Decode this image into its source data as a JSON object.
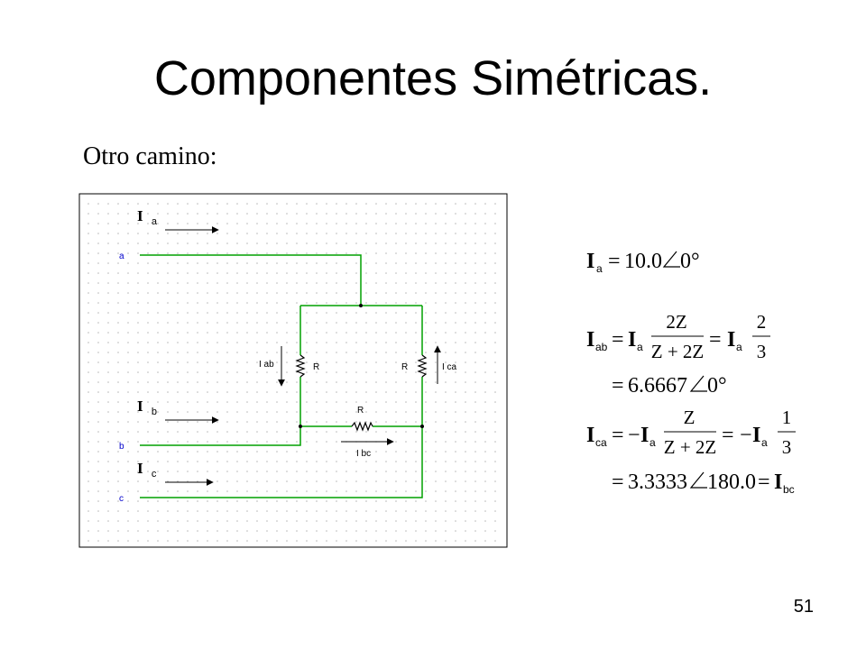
{
  "slide": {
    "title": "Componentes Simétricas.",
    "subtitle": "Otro camino:",
    "page_number": "51"
  },
  "circuit": {
    "current_labels": {
      "a": {
        "main": "I",
        "sub": "a"
      },
      "b": {
        "main": "I",
        "sub": "b"
      },
      "c": {
        "main": "I",
        "sub": "c"
      }
    },
    "node_labels": {
      "a": "a",
      "b": "b",
      "c": "c"
    },
    "resistor_labels": {
      "left": "R",
      "right": "R",
      "bottom": "R"
    },
    "branch_current_labels": {
      "ab": "I ab",
      "ca": "I ca",
      "bc": "I bc"
    },
    "colors": {
      "wire": "#00a000",
      "node_label": "#0000cc",
      "component": "#000000",
      "grid_dot": "#b8b8b8"
    }
  },
  "equations": {
    "eq1": {
      "I": "I",
      "a": "a",
      "eq": "=",
      "value": "10.0",
      "angle": "0°"
    },
    "eq2": {
      "I": "I",
      "ab": "ab",
      "eq": "=",
      "a": "a",
      "frac1_num": "2Z",
      "frac1_den": "Z + 2Z",
      "frac2_num": "2",
      "frac2_den": "3",
      "line2_eq": "=",
      "line2_value": "6.6667",
      "line2_angle": "0°"
    },
    "eq3": {
      "I": "I",
      "ca": "ca",
      "eq": "=",
      "neg": "−",
      "a": "a",
      "frac1_num": "Z",
      "frac1_den": "Z + 2Z",
      "frac2_num": "1",
      "frac2_den": "3",
      "line2_eq": "=",
      "line2_value": "3.3333",
      "line2_angle": "180.0",
      "line2_eq2": "=",
      "bc": "bc"
    }
  }
}
